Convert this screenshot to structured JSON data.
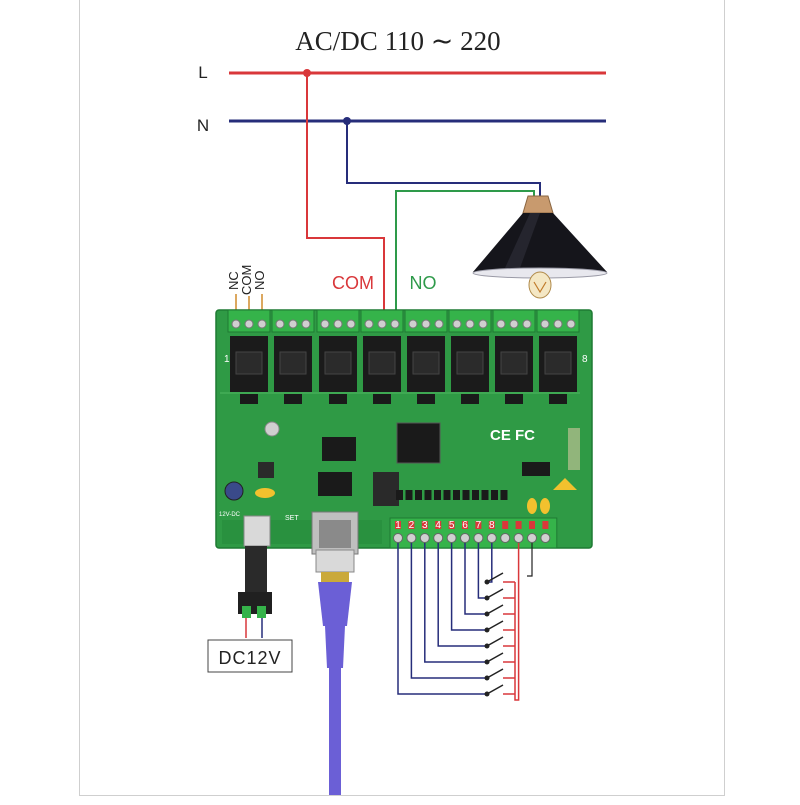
{
  "title": "AC/DC 110 ∼ 220",
  "lines": {
    "live": "L",
    "neutral": "N"
  },
  "wire_labels": {
    "com": "COM",
    "no": "NO"
  },
  "terminal_labels": [
    "NC",
    "COM",
    "NO"
  ],
  "relay_index": {
    "first": "1",
    "last": "8"
  },
  "board_marks": {
    "ce_fc": "CE FC",
    "set": "SET",
    "dc_label": "12V-DC"
  },
  "input_numbers": [
    "1",
    "2",
    "3",
    "4",
    "5",
    "6",
    "7",
    "8"
  ],
  "power": {
    "polarity": "+ -",
    "label": "DC12V"
  },
  "colors": {
    "live_wire": "#d9373a",
    "neutral_wire": "#262d7a",
    "no_wire": "#2e9a4a",
    "pcb": "#2f9a45",
    "pcb_dark": "#1f7a33",
    "relay": "#1b1b1b",
    "terminal": "#35b34a",
    "ethernet_cable": "#6b5fd6",
    "title": "#222222"
  }
}
